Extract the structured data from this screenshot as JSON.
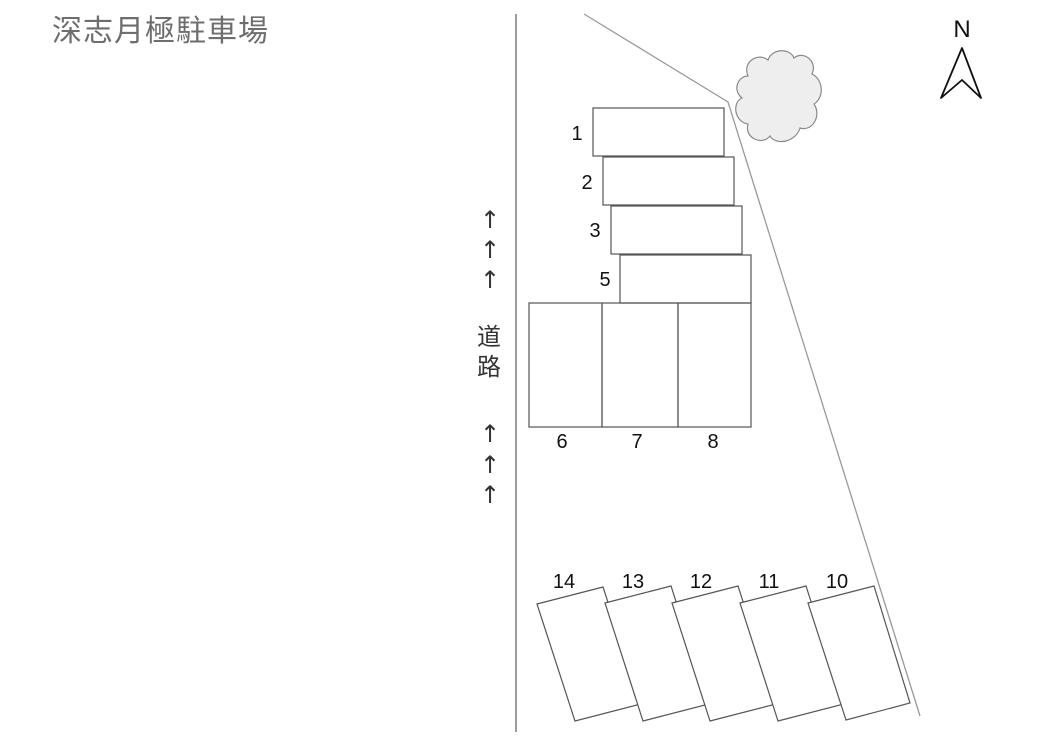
{
  "title": "深志月極駐車場",
  "road": {
    "arrow": "↑",
    "label_chars": [
      "道",
      "路"
    ]
  },
  "north": {
    "label": "N"
  },
  "slots": {
    "s1": "1",
    "s2": "2",
    "s3": "3",
    "s5": "5",
    "s6": "6",
    "s7": "7",
    "s8": "8",
    "s10": "10",
    "s11": "11",
    "s12": "12",
    "s13": "13",
    "s14": "14"
  },
  "colors": {
    "outline": "#555555",
    "boundary": "#999999",
    "tree_fill": "#eeeeee",
    "title_text": "#6e6e6e"
  }
}
